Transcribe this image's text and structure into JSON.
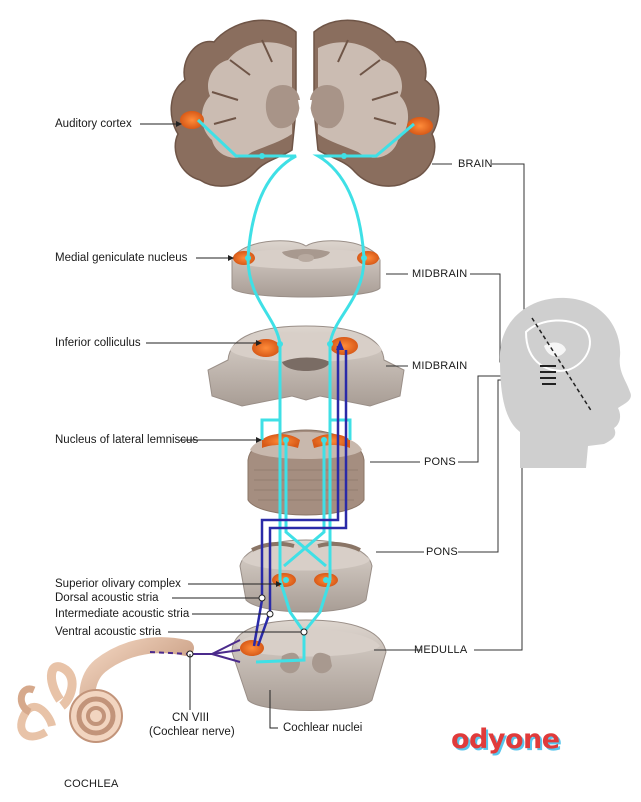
{
  "labels": {
    "auditory_cortex": "Auditory cortex",
    "medial_geniculate": "Medial geniculate nucleus",
    "inferior_colliculus": "Inferior colliculus",
    "lateral_lemniscus": "Nucleus of lateral lemniscus",
    "superior_olivary": "Superior olivary complex",
    "dorsal_stria": "Dorsal acoustic stria",
    "intermediate_stria": "Intermediate acoustic stria",
    "ventral_stria": "Ventral acoustic stria",
    "cn_viii_line1": "CN VIII",
    "cn_viii_line2": "(Cochlear nerve)",
    "cochlear_nuclei": "Cochlear nuclei",
    "cochlea": "COCHLEA"
  },
  "regions": {
    "brain": "BRAIN",
    "midbrain_1": "MIDBRAIN",
    "midbrain_2": "MIDBRAIN",
    "pons_1": "PONS",
    "pons_2": "PONS",
    "medulla": "MEDULLA"
  },
  "logo": "odyone",
  "colors": {
    "tissue_grey": "#cfc6bf",
    "cortex_brown": "#8a6e5e",
    "nucleus_orange": "#e8712a",
    "pathway_cyan": "#3fe0e6",
    "pathway_blue": "#2a2aa8",
    "pathway_purple": "#4b2a8c",
    "logo_red": "#e03b3b",
    "logo_blue": "#58c5ec"
  }
}
